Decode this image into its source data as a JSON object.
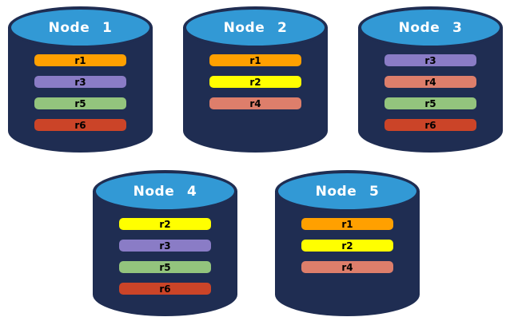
{
  "diagram": {
    "type": "database-replication-diagram",
    "colors": {
      "background": "#FFFFFF",
      "cylinder_body": "#1F2D52",
      "cylinder_top": "#3299D5",
      "title_text": "#FFFFFF",
      "bar_text": "#000000"
    },
    "replica_colors": {
      "r1": "#FFA000",
      "r2": "#FFFF00",
      "r3": "#8A7CC6",
      "r4": "#DD7E6B",
      "r5": "#93C47D",
      "r6": "#CB4428"
    },
    "nodes": [
      {
        "label": "Node 1",
        "replicas": [
          "r1",
          "r3",
          "r5",
          "r6"
        ]
      },
      {
        "label": "Node 2",
        "replicas": [
          "r1",
          "r2",
          "r4"
        ]
      },
      {
        "label": "Node 3",
        "replicas": [
          "r3",
          "r4",
          "r5",
          "r6"
        ]
      },
      {
        "label": "Node 4",
        "replicas": [
          "r2",
          "r3",
          "r5",
          "r6"
        ]
      },
      {
        "label": "Node 5",
        "replicas": [
          "r1",
          "r2",
          "r4"
        ]
      }
    ]
  }
}
